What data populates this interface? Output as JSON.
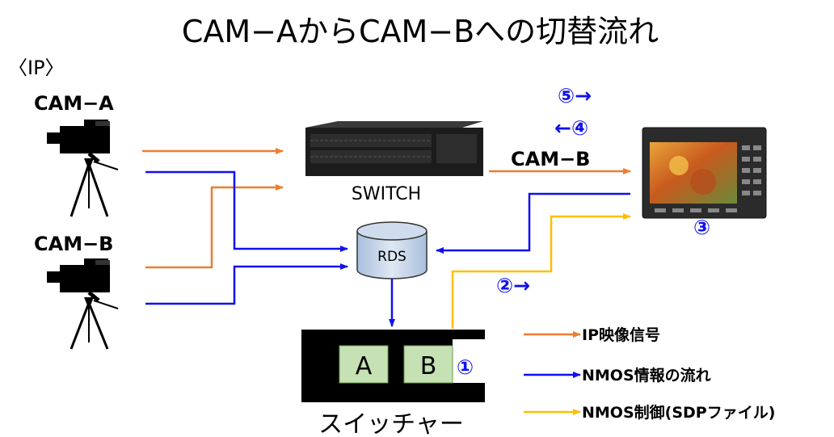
{
  "title": "CAM−AからCAM−Bへの切替流れ",
  "section_label": "〈IP〉",
  "cameras": [
    {
      "label": "CAM−A"
    },
    {
      "label": "CAM−B"
    }
  ],
  "switch_label": "SWITCH",
  "rds_label": "RDS",
  "monitor_feed_label": "CAM−B",
  "switcher": {
    "label": "スイッチャー",
    "buttons": [
      "A",
      "B"
    ],
    "step": "①"
  },
  "steps": {
    "s2": "②→",
    "s3": "③",
    "s4": "←④",
    "s5": "⑤→"
  },
  "legend": [
    {
      "label": "IP映像信号",
      "color": "#ee7d31"
    },
    {
      "label": "NMOS情報の流れ",
      "color": "#1010ee"
    },
    {
      "label": "NMOS制御(SDPファイル)",
      "color": "#ffbf00"
    }
  ],
  "icons": [
    "video-camera-icon",
    "network-switch-icon",
    "database-icon",
    "monitor-icon"
  ]
}
